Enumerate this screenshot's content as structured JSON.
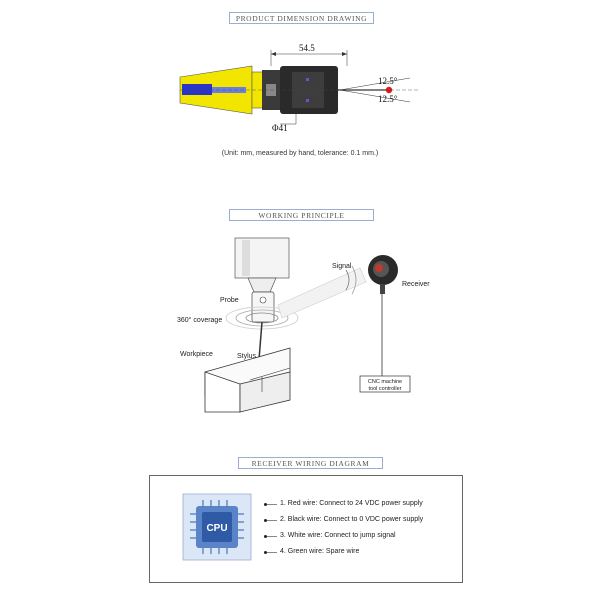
{
  "sections": {
    "dimension_title": "PRODUCT DIMENSION DRAWING",
    "working_title": "WORKING PRINCIPLE",
    "wiring_title": "RECEIVER WIRING DIAGRAM"
  },
  "dimension": {
    "length": "54.5",
    "diameter": "Φ41",
    "angle_top": "12.5°",
    "angle_bottom": "12.5°",
    "caption": "(Unit: mm, measured by hand, tolerance: 0.1 mm.)"
  },
  "working": {
    "signal": "Signal",
    "receiver": "Receiver",
    "probe": "Probe",
    "coverage": "360° coverage",
    "workpiece": "Workpiece",
    "stylus": "Stylus",
    "cnc_line1": "CNC machine",
    "cnc_line2": "tool controller"
  },
  "wiring": {
    "chip_label": "CPU",
    "wires": [
      "1. Red wire: Connect to 24 VDC power supply",
      "2. Black wire: Connect to 0 VDC power supply",
      "3. White wire: Connect to jump signal",
      "4. Green wire: Spare wire"
    ]
  },
  "colors": {
    "holder_yellow": "#f2e600",
    "shank_blue": "#2b34c8",
    "accent_red": "#e01818",
    "chip_blue": "#5b84c8",
    "frame_blue": "#9aaed0"
  }
}
